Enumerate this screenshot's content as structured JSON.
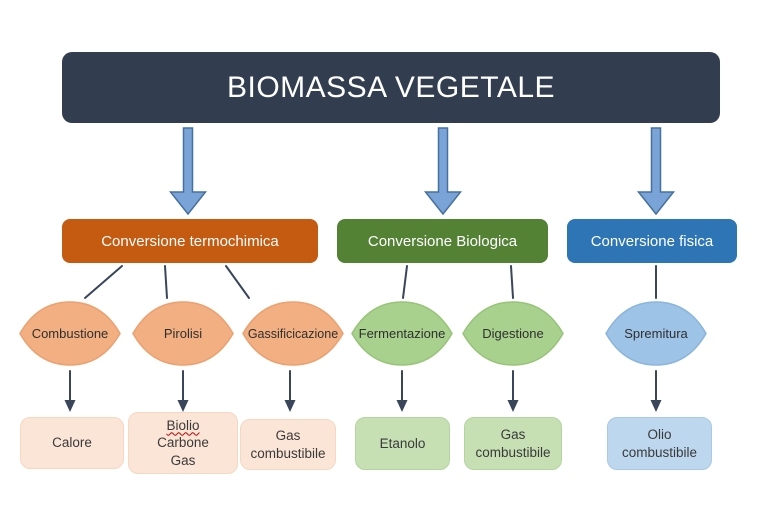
{
  "title": "BIOMASSA VEGETALE",
  "colors": {
    "title_bg": "#323E4F",
    "big_arrow_fill": "#7AA4D8",
    "big_arrow_border": "#46719E",
    "connector": "#39455A",
    "header_termo": "#C55A11",
    "header_bio": "#548235",
    "header_fisica": "#2E75B6",
    "oval_termo": "#F2AF82",
    "oval_termo_border": "#EDA06F",
    "oval_bio": "#A9D18E",
    "oval_bio_border": "#97C478",
    "oval_fisica": "#9DC3E6",
    "oval_fisica_border": "#89B4DC",
    "result_termo": "#FBE5D6",
    "result_bio": "#C6E0B4",
    "result_fisica": "#BDD7EE"
  },
  "branches": [
    {
      "name": "termochimica",
      "header": "Conversione termochimica",
      "processes": [
        "Combustione",
        "Pirolisi",
        "Gassificicazione"
      ],
      "outputs": [
        [
          "Calore"
        ],
        [
          "Biolio",
          "Carbone",
          "Gas"
        ],
        [
          "Gas",
          "combustibile"
        ]
      ]
    },
    {
      "name": "biologica",
      "header": "Conversione Biologica",
      "processes": [
        "Fermentazione",
        "Digestione"
      ],
      "outputs": [
        [
          "Etanolo"
        ],
        [
          "Gas",
          "combustibile"
        ]
      ]
    },
    {
      "name": "fisica",
      "header": "Conversione fisica",
      "processes": [
        "Spremitura"
      ],
      "outputs": [
        [
          "Olio",
          "combustibile"
        ]
      ]
    }
  ],
  "annotations": {
    "misspelled_word": "Biolio"
  }
}
